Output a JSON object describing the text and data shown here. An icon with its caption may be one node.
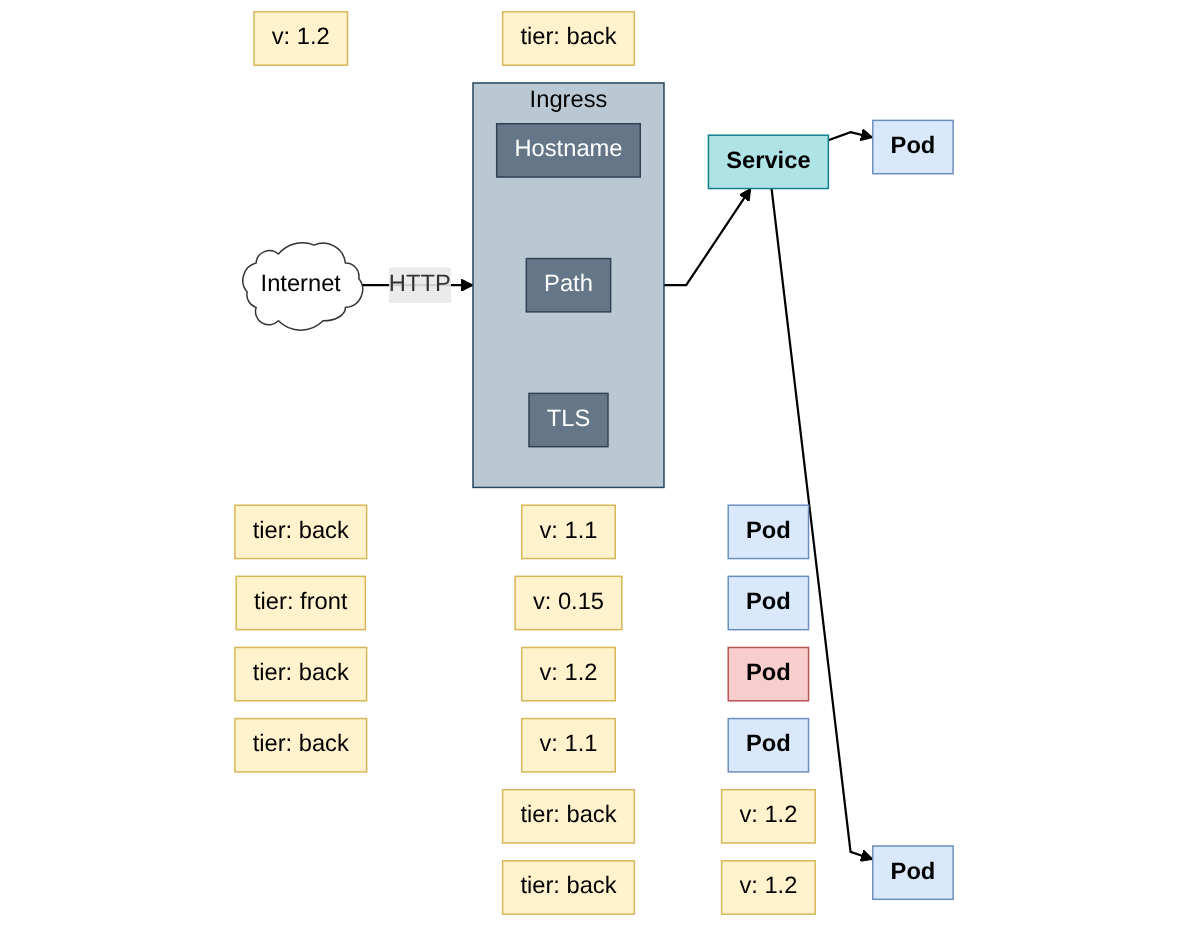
{
  "diagram": {
    "nodes": [
      {
        "text": [
          "Internet"
        ]
      },
      {
        "text": [
          "Ingress"
        ]
      },
      {
        "text": [
          "Hostname"
        ],
        "in": 1
      },
      {
        "text": [
          "Path"
        ],
        "in": 1
      },
      {
        "text": [
          "TLS"
        ],
        "in": 1
      },
      {
        "text": [
          "v: 1.2"
        ]
      },
      {
        "text": [
          "tier: back"
        ]
      },
      {
        "text": [
          "Service"
        ]
      },
      {
        "text": [
          "tier: back"
        ]
      },
      {
        "text": [
          "v: 1.1"
        ]
      },
      {
        "text": [
          "Pod"
        ]
      },
      {
        "text": [
          "tier: front"
        ]
      },
      {
        "text": [
          "v: 0.15"
        ]
      },
      {
        "text": [
          "Pod"
        ]
      },
      {
        "text": [
          "tier: back"
        ]
      },
      {
        "text": [
          "v: 1.2"
        ]
      },
      {
        "text": [
          "Pod"
        ]
      },
      {
        "text": [
          "tier: back"
        ]
      },
      {
        "text": [
          "v: 1.1"
        ]
      },
      {
        "text": [
          "Pod"
        ]
      },
      {
        "text": [
          "tier: back"
        ]
      },
      {
        "text": [
          "v: 1.2"
        ]
      },
      {
        "text": [
          "Pod"
        ]
      },
      {
        "text": [
          "tier: back"
        ]
      },
      {
        "text": [
          "v: 1.2"
        ]
      },
      {
        "text": [
          "Pod"
        ]
      }
    ],
    "edges": [
      {
        "from": 0,
        "to": 1,
        "arrow": "to",
        "label": "HTTP"
      },
      {
        "from": 1,
        "to": 7,
        "arrow": "to"
      },
      {
        "from": 7,
        "to": 22,
        "arrow": "to"
      },
      {
        "from": 7,
        "to": 25,
        "arrow": "to"
      }
    ]
  }
}
